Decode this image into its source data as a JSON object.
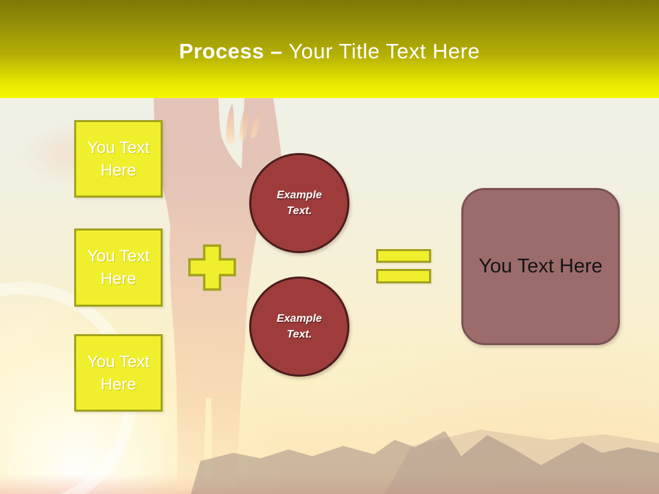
{
  "header": {
    "title_bold": "Process –",
    "title_rest": "Your Title Text Here"
  },
  "process": {
    "input_boxes": [
      {
        "label": "You Text Here"
      },
      {
        "label": "You Text Here"
      },
      {
        "label": "You Text Here"
      }
    ],
    "stage_circles": [
      {
        "label": "Example Text."
      },
      {
        "label": "Example Text."
      }
    ],
    "result_box": {
      "label": "You Text Here"
    },
    "operators": [
      {
        "name": "plus"
      },
      {
        "name": "equals"
      }
    ]
  },
  "colors": {
    "header_gradient_top": "#7d7903",
    "header_gradient_bottom": "#f7f703",
    "title_text": "#ffffff",
    "box_fill": "#f0ef2e",
    "box_border": "#a2a21d",
    "box_text": "#ffffff",
    "circle_fill": "#9e3c3c",
    "circle_border": "#4a1c1c",
    "circle_text": "#ffffff",
    "result_fill": "#9c6b6b",
    "result_border": "#7a5353",
    "result_text": "#141414"
  }
}
